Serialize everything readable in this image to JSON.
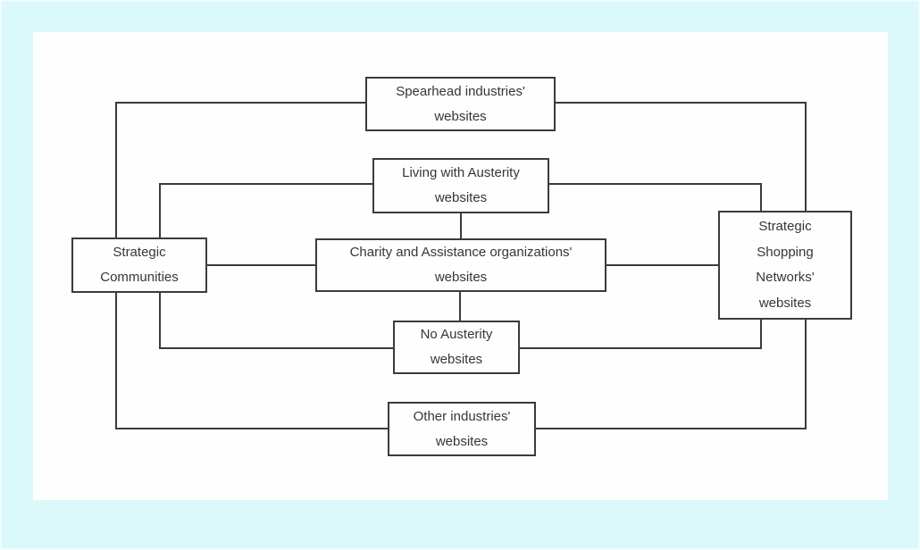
{
  "diagram": {
    "nodes": [
      {
        "id": "spearhead",
        "label": "Spearhead industries'\nwebsites"
      },
      {
        "id": "living",
        "label": "Living with Austerity\nwebsites"
      },
      {
        "id": "charity",
        "label": "Charity and Assistance organizations'\nwebsites"
      },
      {
        "id": "no_austerity",
        "label": "No Austerity\nwebsites"
      },
      {
        "id": "other",
        "label": "Other industries'\nwebsites"
      },
      {
        "id": "communities",
        "label": "Strategic\nCommunities"
      },
      {
        "id": "shopping",
        "label": "Strategic\nShopping\nNetworks'\nwebsites"
      }
    ],
    "edges": [
      {
        "from": "communities",
        "to": "spearhead"
      },
      {
        "from": "communities",
        "to": "living"
      },
      {
        "from": "communities",
        "to": "charity"
      },
      {
        "from": "communities",
        "to": "no_austerity"
      },
      {
        "from": "communities",
        "to": "other"
      },
      {
        "from": "spearhead",
        "to": "shopping"
      },
      {
        "from": "living",
        "to": "shopping"
      },
      {
        "from": "charity",
        "to": "shopping"
      },
      {
        "from": "no_austerity",
        "to": "shopping"
      },
      {
        "from": "other",
        "to": "shopping"
      },
      {
        "from": "living",
        "to": "charity"
      },
      {
        "from": "charity",
        "to": "no_austerity"
      }
    ],
    "colors": {
      "page_background": "#dbf8fb",
      "canvas_background": "#fefefe",
      "line": "#3b3b3b",
      "text": "#363636"
    }
  }
}
